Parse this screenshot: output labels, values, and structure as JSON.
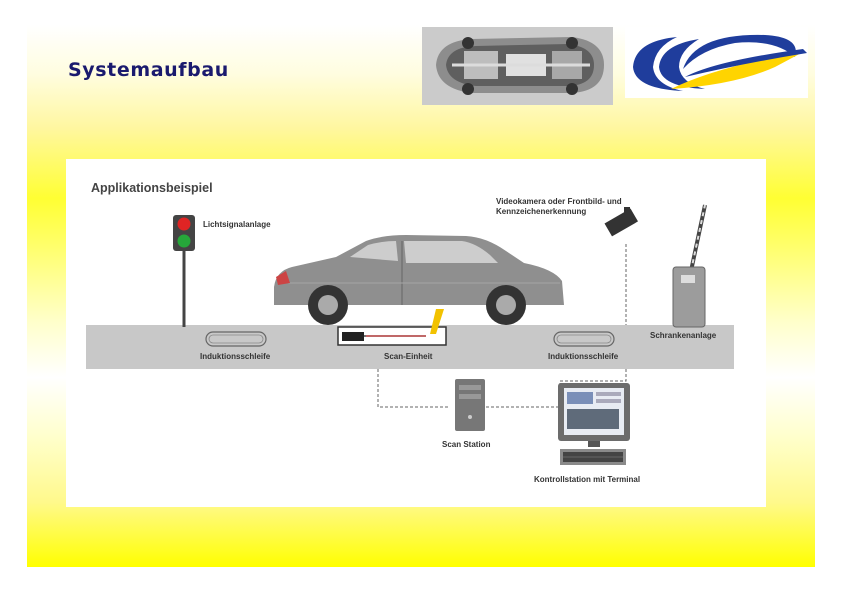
{
  "slide": {
    "title": "Systemaufbau"
  },
  "diagram": {
    "heading": "Applikationsbeispiel",
    "labels": {
      "traffic_light": "Lichtsignalanlage",
      "camera_line1": "Videokamera oder Frontbild- und",
      "camera_line2": "Kennzeichenerkennung",
      "barrier": "Schrankenanlage",
      "loop_left": "Induktionsschleife",
      "scan_unit": "Scan-Einheit",
      "loop_right": "Induktionsschleife",
      "scan_station": "Scan Station",
      "control_station": "Kontrollstation mit Terminal"
    }
  },
  "colors": {
    "title": "#1a1a6e",
    "logo_blue": "#1f3d9c",
    "logo_yellow": "#ffd400",
    "road": "#c8c8c8",
    "car": "#8f8f8f"
  }
}
